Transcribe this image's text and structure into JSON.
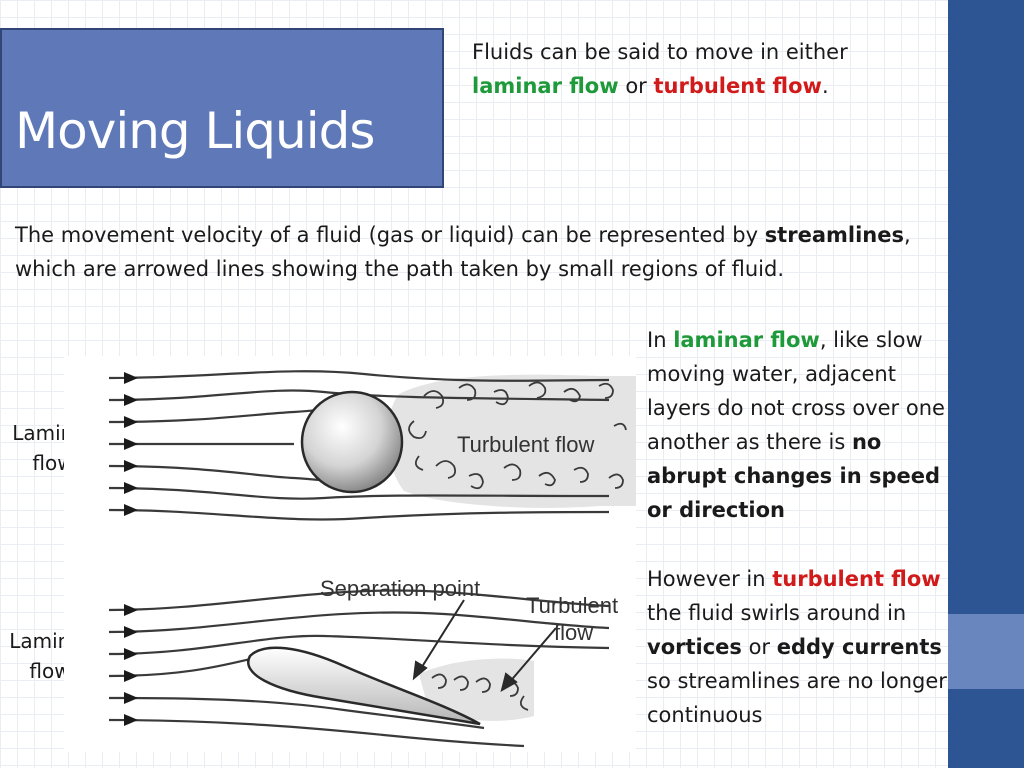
{
  "title": "Moving Liquids",
  "intro": {
    "text_a": "Fluids can be said to move in either",
    "laminar": "laminar flow",
    "or": " or ",
    "turbulent": "turbulent flow",
    "end": "."
  },
  "streamlines_para": {
    "text_a": "The movement velocity of a fluid (gas or liquid) can be represented by ",
    "streamlines": "streamlines",
    "text_b": ", which are arrowed lines showing the path taken by small regions of fluid."
  },
  "laminar_para": {
    "text_a": "In ",
    "laminar": "laminar flow",
    "text_b": ", like slow moving water, adjacent layers do not cross over one another as there is ",
    "bold": "no abrupt changes in speed or direction"
  },
  "turbulent_para": {
    "text_a": "However in ",
    "turbulent": "turbulent flow",
    "text_b": " the fluid swirls around in ",
    "vortices": "vortices",
    "text_c": " or ",
    "eddy": "eddy currents",
    "text_d": " so streamlines are no longer continuous"
  },
  "side_labels": {
    "top": "Laminar flow",
    "bottom": "Laminar flow"
  },
  "figure": {
    "top_label": "Turbulent flow",
    "separation_label": "Separation point",
    "bottom_label_line1": "Turbulent",
    "bottom_label_line2": "flow"
  },
  "colors": {
    "title_bg": "#5f79b8",
    "right_bar": "#2e5593",
    "laminar_green": "#1e9a3a",
    "turbulent_red": "#d11a1a"
  }
}
